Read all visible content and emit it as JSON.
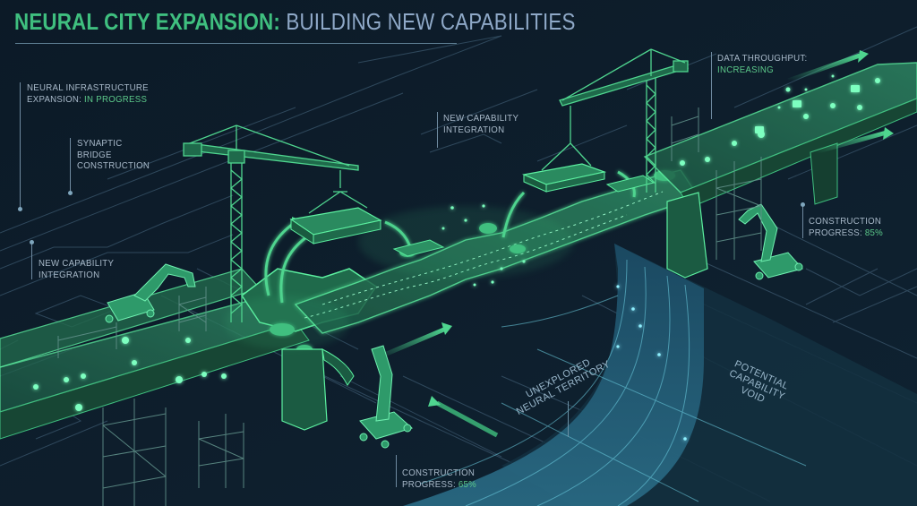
{
  "title": {
    "accent": "NEURAL CITY EXPANSION:",
    "rest": " BUILDING NEW CAPABILITIES"
  },
  "labels": {
    "infrastructure": {
      "line1": "NEURAL INFRASTRUCTURE",
      "line2_prefix": "EXPANSION: ",
      "line2_status": "IN PROGRESS"
    },
    "synaptic_bridge": {
      "line1": "SYNAPTIC",
      "line2": "BRIDGE",
      "line3": "CONSTRUCTION"
    },
    "capability_left": {
      "line1": "NEW CAPABILITY",
      "line2": "INTEGRATION"
    },
    "capability_center": {
      "line1": "NEW CAPABILITY",
      "line2": "INTEGRATION"
    },
    "throughput": {
      "line1": "DATA THROUGHPUT:",
      "line2": "INCREASING"
    },
    "progress_right": {
      "line1": "CONSTRUCTION",
      "line2_prefix": "PROGRESS: ",
      "value": "85%"
    },
    "progress_bottom": {
      "line1": "CONSTRUCTION",
      "line2_prefix": "PROGRESS: ",
      "value": "65%"
    },
    "unexplored": {
      "line1": "UNEXPLORED",
      "line2": "NEURAL TERRITORY"
    },
    "void": {
      "line1": "POTENTIAL",
      "line2": "CAPABILITY",
      "line3": "VOID"
    }
  },
  "colors": {
    "background": "#0d1c2a",
    "accent_green": "#3fbf7f",
    "glow_green": "#5cf0a0",
    "title_gray": "#8fa9c8",
    "label_gray": "#a8b9c9",
    "circuit_line": "#3e5a70",
    "void_blue": "#1f4d66"
  }
}
